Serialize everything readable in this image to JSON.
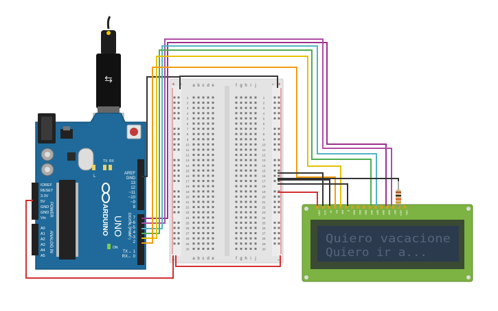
{
  "arduino": {
    "brand": "ARDUINO",
    "model": "UNO",
    "on_label": "ON",
    "tx_label": "TX",
    "rx_label": "RX",
    "l_label": "L",
    "power_label": "POWER",
    "analog_label": "ANALOG IN",
    "digital_label": "DIGITAL (PWM~)",
    "top_pins": [
      "AREF",
      "GND",
      "13",
      "12",
      "~11",
      "~10",
      "~9",
      "8"
    ],
    "bottom_pins": [
      "7",
      "~6",
      "~5",
      "4",
      "~3",
      "2",
      "TX→ 1",
      "RX← 0"
    ],
    "power_pins": [
      "IOREF",
      "RESET",
      "3.3V",
      "5V",
      "GND",
      "GND",
      "Vin"
    ],
    "analog_pins": [
      "A0",
      "A1",
      "A2",
      "A3",
      "A4",
      "A5"
    ]
  },
  "breadboard": {
    "columns_left": [
      "a",
      "b",
      "c",
      "d",
      "e"
    ],
    "columns_right": [
      "f",
      "g",
      "h",
      "i",
      "j"
    ],
    "rows": [
      "1",
      "2",
      "3",
      "4",
      "5",
      "6",
      "7",
      "8",
      "9",
      "10",
      "11",
      "12",
      "13",
      "14",
      "15",
      "16",
      "17",
      "18",
      "19",
      "20",
      "21",
      "22",
      "23",
      "24",
      "25",
      "26",
      "27",
      "28",
      "29",
      "30"
    ],
    "rail_plus": "+",
    "rail_minus": "-"
  },
  "lcd": {
    "line1": "Quiero vacacione",
    "line2": "Quiero ir a...",
    "pin_labels": [
      "GND",
      "VCC",
      "V0",
      "RS",
      "RW",
      "E",
      "DB0",
      "DB1",
      "DB2",
      "DB3",
      "DB4",
      "DB5",
      "DB6",
      "DB7",
      "LED+",
      "LED-"
    ]
  },
  "colors": {
    "arduino_board": "#1f6a9a",
    "breadboard": "#e4e4e4",
    "lcd_pcb": "#7cb342",
    "lcd_screen": "#2c3a4d",
    "lcd_text": "#55657c",
    "wire_black": "#333333",
    "wire_red": "#d32f2f",
    "wire_orange": "#f39c12",
    "wire_yellow": "#e5c100",
    "wire_green": "#4caf50",
    "wire_cyan": "#4fb3c4",
    "wire_purple": "#b04ca5",
    "wire_magenta": "#9c2e8e"
  }
}
